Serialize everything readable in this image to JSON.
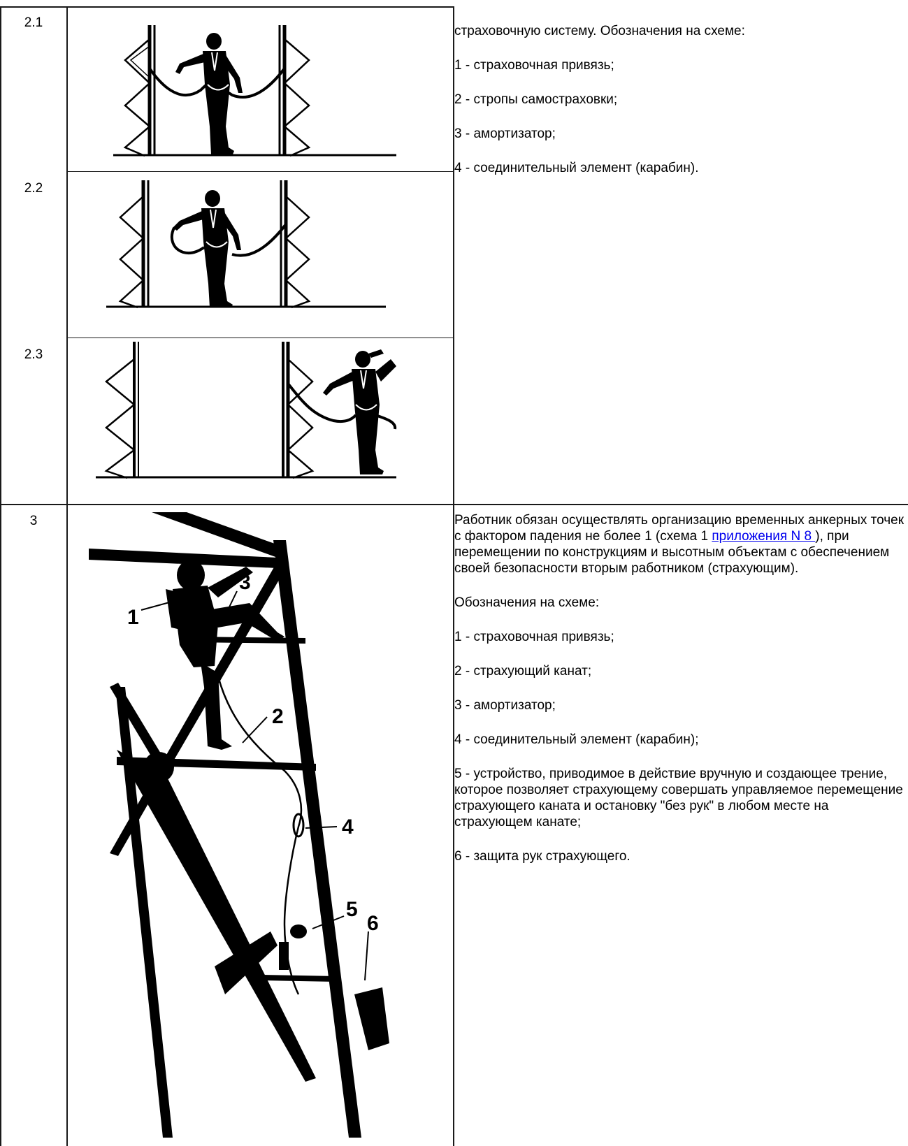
{
  "rows": [
    {
      "number": "2.1",
      "figure": "two-pillars-worker-center-lanyards-attached-both-sides"
    },
    {
      "number": "2.2",
      "figure": "two-pillars-worker-center-one-lanyard-attached"
    },
    {
      "number": "2.3",
      "figure": "two-pillars-worker-right-lanyard-attached"
    },
    {
      "number": "3",
      "figure": "worker-climbing-tower-belayed-by-second-worker",
      "figure_labels": [
        "1",
        "2",
        "3",
        "4",
        "5",
        "6"
      ]
    }
  ],
  "text_block_1": {
    "intro": "страховочную систему. Обозначения на схеме:",
    "items": [
      "1 - страховочная привязь;",
      "2 - стропы самостраховки;",
      "3 - амортизатор;",
      "4 - соединительный элемент (карабин)."
    ]
  },
  "text_block_2": {
    "para_before_link": "Работник обязан осуществлять организацию временных анкерных точек с фактором падения не более 1 (схема 1 ",
    "link_text": "приложения N 8 ",
    "para_after_link": "), при перемещении по конструкциям и высотным объектам с обеспечением своей безопасности вторым работником (страхующим).",
    "legend_title": "Обозначения на схеме:",
    "items": [
      "1 - страховочная привязь;",
      "2 - страхующий канат;",
      "3 - амортизатор;",
      "4 - соединительный элемент (карабин);",
      "5 - устройство, приводимое в действие вручную и создающее трение, которое позволяет страхующему совершать управляемое перемещение страхующего каната и остановку \"без рук\" в любом месте на страхующем канате;",
      "6 - защита рук страхующего."
    ]
  }
}
